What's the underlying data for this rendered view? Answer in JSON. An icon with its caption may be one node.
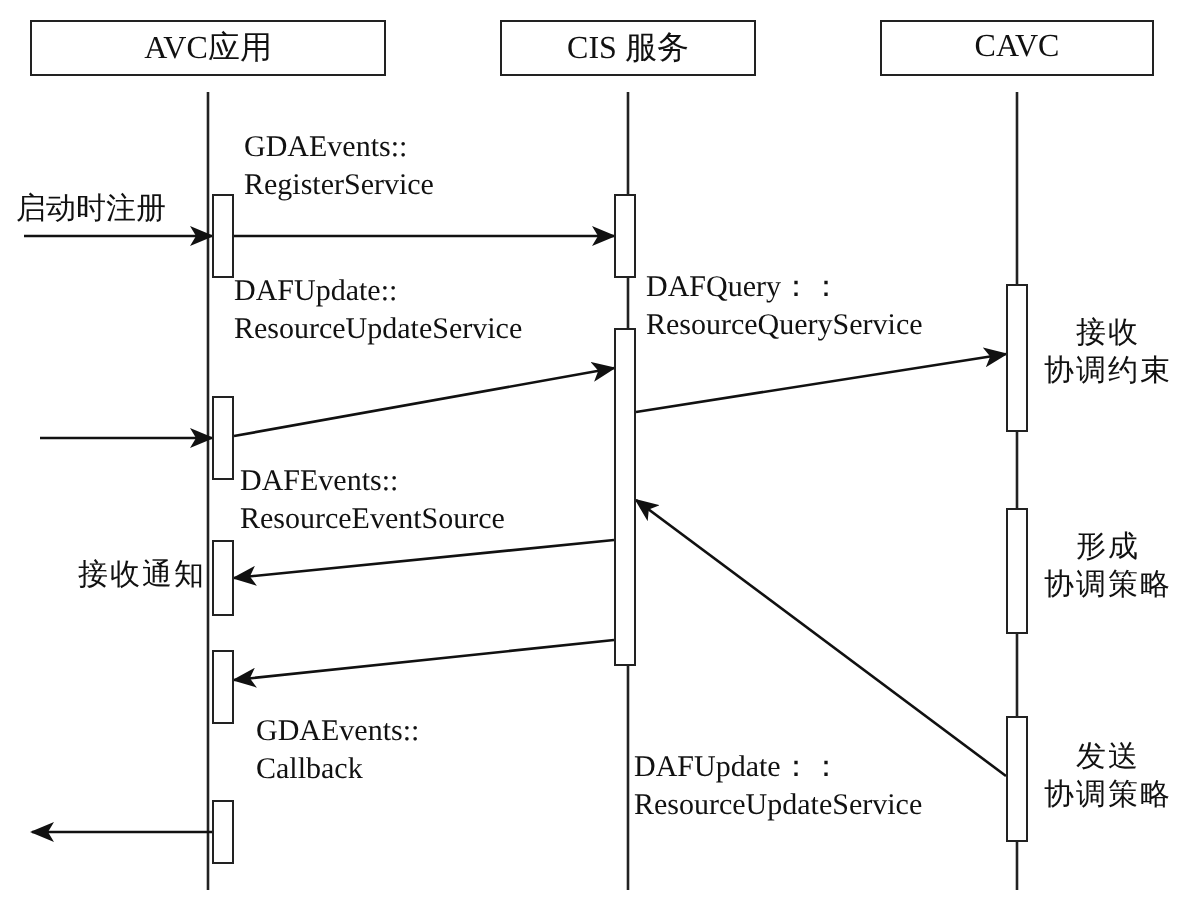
{
  "diagram": {
    "nodes": [
      {
        "text": [
          "AVC应用"
        ]
      },
      {
        "text": [
          "CIS 服务"
        ]
      },
      {
        "text": [
          "CAVC"
        ]
      },
      {
        "text": [],
        "shape": "bar"
      },
      {
        "text": [],
        "shape": "bar"
      },
      {
        "text": [],
        "shape": "bar",
        "beside": [
          "接收通知"
        ]
      },
      {
        "text": [],
        "shape": "bar"
      },
      {
        "text": [],
        "shape": "bar"
      },
      {
        "text": [],
        "shape": "bar"
      },
      {
        "text": [],
        "shape": "bar"
      },
      {
        "text": [],
        "shape": "bar",
        "beside": [
          "接收",
          "协调约束"
        ]
      },
      {
        "text": [],
        "shape": "bar",
        "beside": [
          "形成",
          "协调策略"
        ]
      },
      {
        "text": [],
        "shape": "bar",
        "beside": [
          "发送",
          "协调策略"
        ]
      }
    ],
    "edges": [
      {
        "from": null,
        "to": 3,
        "arrow": "to",
        "label": "启动时注册"
      },
      {
        "from": 3,
        "to": 8,
        "arrow": "to",
        "label": "GDAEvents:: RegisterService"
      },
      {
        "from": null,
        "to": 4,
        "arrow": "to"
      },
      {
        "from": 4,
        "to": 9,
        "arrow": "to",
        "label": "DAFUpdate:: ResourceUpdateService"
      },
      {
        "from": 9,
        "to": 10,
        "arrow": "to",
        "label": "DAFQuery：： ResourceQueryService"
      },
      {
        "from": 9,
        "to": 5,
        "arrow": "to",
        "label": "DAFEvents:: ResourceEventSource"
      },
      {
        "from": 9,
        "to": 6,
        "arrow": "to"
      },
      {
        "from": 7,
        "to": null,
        "arrow": "to",
        "label": "GDAEvents:: Callback"
      },
      {
        "from": 12,
        "to": 9,
        "arrow": "to",
        "label": "DAFUpdate：： ResourceUpdateService"
      }
    ]
  }
}
